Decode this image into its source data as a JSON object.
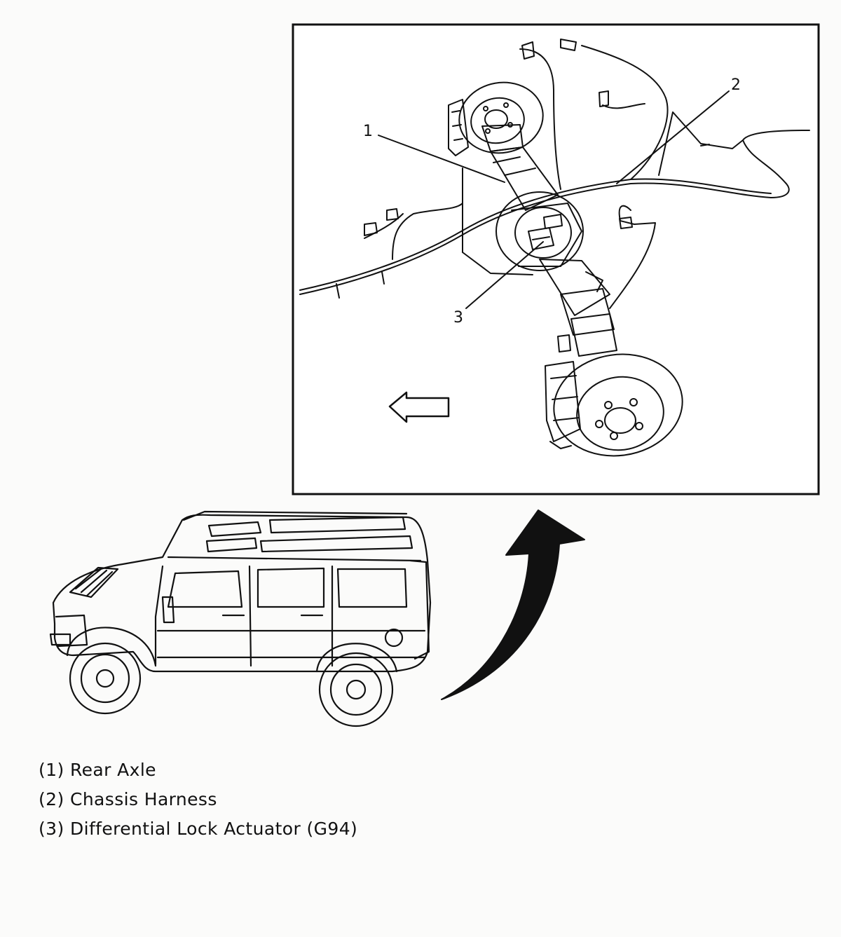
{
  "callouts": [
    {
      "number": "1",
      "label": "(1) Rear Axle"
    },
    {
      "number": "2",
      "label": "(2) Chassis Harness"
    },
    {
      "number": "3",
      "label": "(3) Differential Lock Actuator (G94)"
    }
  ],
  "colors": {
    "line": "#111111",
    "paper": "#fbfbfa"
  }
}
